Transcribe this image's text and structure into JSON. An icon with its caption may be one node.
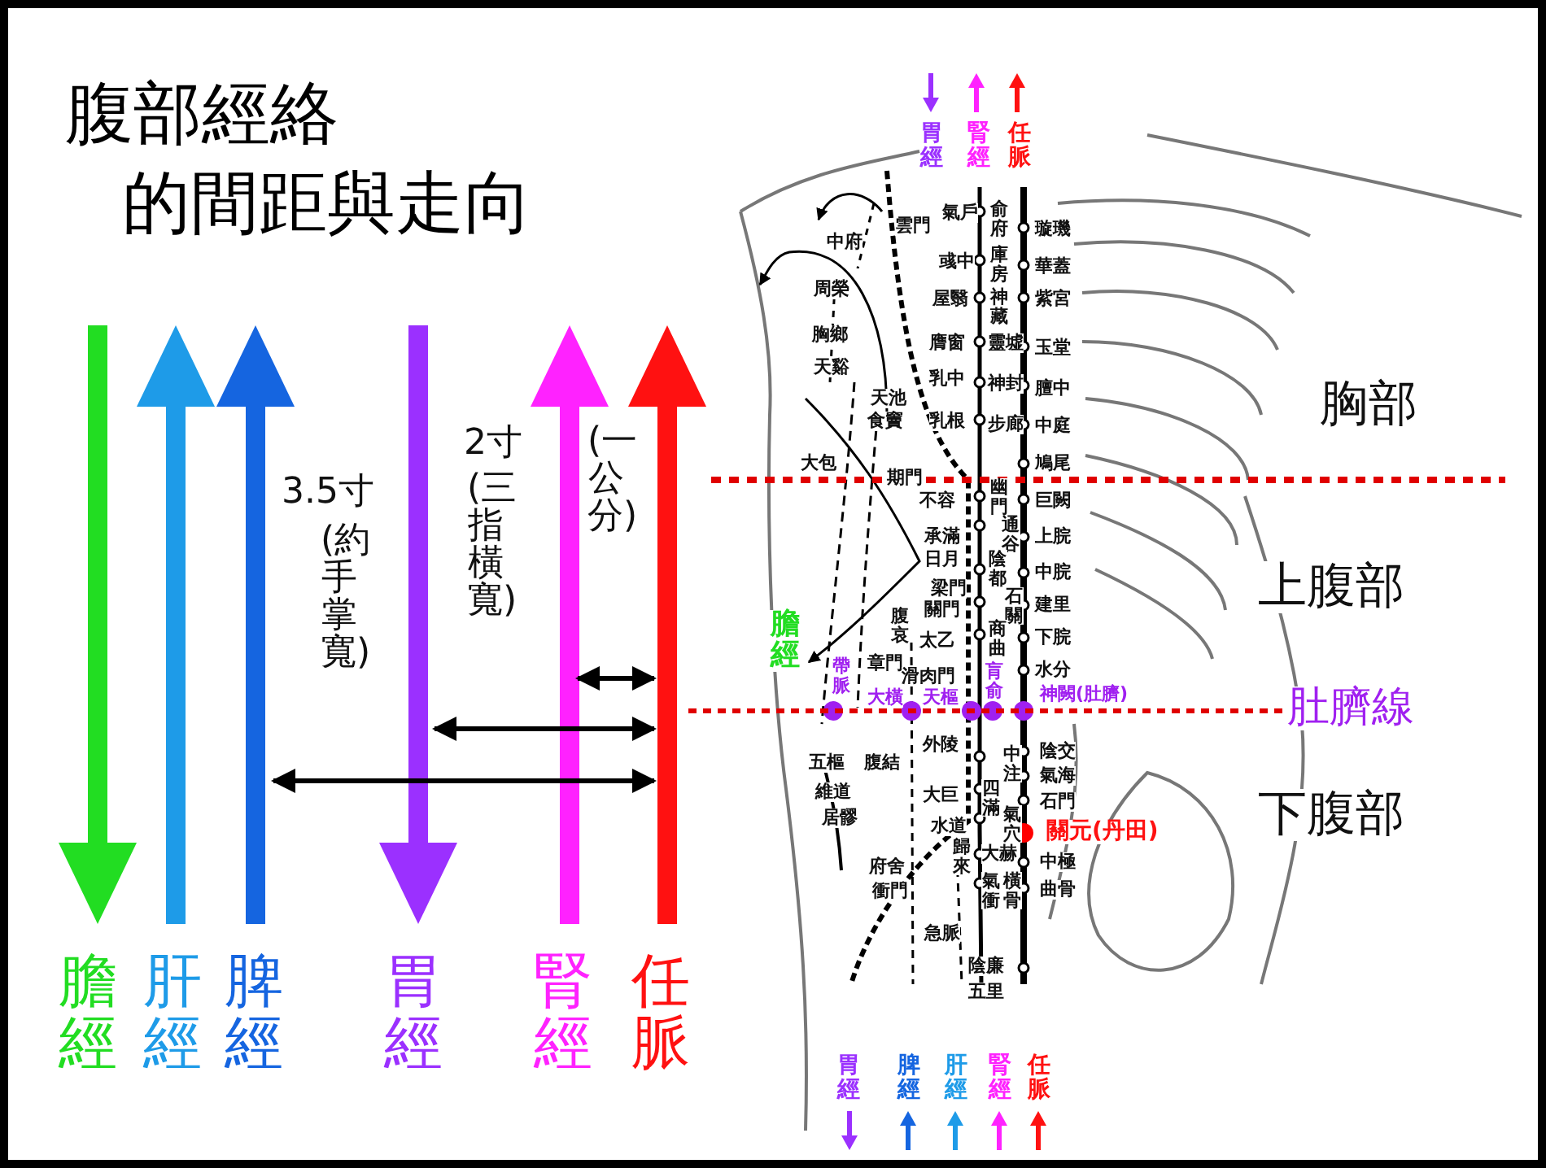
{
  "diagram": {
    "title": "腹部經絡的間距與走向",
    "labels": [
      "3.5寸",
      "(約手掌寬)",
      "2寸",
      "(三指橫寬)",
      "(一公分)",
      "膽經",
      "肝經",
      "脾經",
      "胃經",
      "腎經",
      "任脈",
      "胃經",
      "腎經",
      "任脈",
      "雲門",
      "中府",
      "氣戶",
      "俞府",
      "璇璣",
      "彧中",
      "庫房",
      "華蓋",
      "周榮",
      "屋翳",
      "神藏",
      "紫宮",
      "胸鄉",
      "膺窗",
      "靈墟",
      "玉堂",
      "天谿",
      "乳中",
      "神封",
      "膻中",
      "天池",
      "食竇",
      "乳根",
      "步廊",
      "中庭",
      "大包",
      "鳩尾",
      "期門",
      "不容",
      "幽門",
      "巨闕",
      "承滿",
      "通谷",
      "上脘",
      "日月",
      "陰都",
      "中脘",
      "梁門",
      "關門",
      "石關",
      "建里",
      "腹哀",
      "太乙",
      "商曲",
      "下脘",
      "章門",
      "滑肉門",
      "水分",
      "帶脈",
      "大橫",
      "天樞",
      "肓俞",
      "神闕(肚臍)",
      "膽經",
      "外陵",
      "陰交",
      "五樞",
      "腹結",
      "中注",
      "氣海",
      "維道",
      "大巨",
      "四滿",
      "石門",
      "居髎",
      "水道",
      "氣穴",
      "關元(丹田)",
      "府舍",
      "歸來",
      "大赫",
      "中極",
      "衝門",
      "氣衝",
      "橫骨",
      "曲骨",
      "急脈",
      "陰廉",
      "五里",
      "胸部",
      "上腹部",
      "肚臍線",
      "下腹部",
      "胃經",
      "脾經",
      "肝經",
      "腎經",
      "任脈"
    ]
  }
}
